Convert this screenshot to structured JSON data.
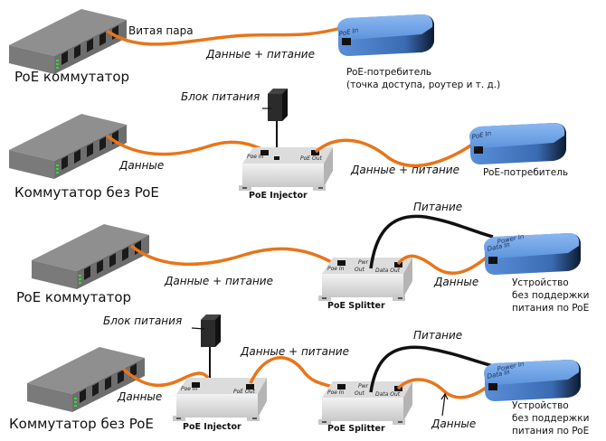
{
  "colors": {
    "data_power_cable": "#e8751a",
    "power_cable": "#111111",
    "poe_device": "#6b9fe3",
    "switch_body": "#8e8e8e",
    "injector_body": "#e2e2e2",
    "led": "#3fcf3f"
  },
  "rows": [
    {
      "switch_label": "PoE коммутатор",
      "cable_label_top": "Витая пара",
      "cable_label": "Данные + питание",
      "device_port": "PoE In",
      "device_label_lines": [
        "PoE-потребитель",
        "(точка доступа, роутер и т. д.)"
      ]
    },
    {
      "switch_label": "Коммутатор без PoE",
      "psu_label": "Блок питания",
      "cable_in_label": "Данные",
      "injector_label": "PoE Injector",
      "injector_port_in": "Poe In",
      "injector_port_out": "PoE Out",
      "cable_out_label": "Данные + питание",
      "device_port": "PoE In",
      "device_label": "PoE-потребитель"
    },
    {
      "switch_label": "PoE коммутатор",
      "cable_label": "Данные + питание",
      "splitter_label": "PoE Splitter",
      "splitter_port_in": "Poe In",
      "splitter_port_pwr": [
        "Pwr",
        "Out"
      ],
      "splitter_port_data": "Data Out",
      "power_label": "Питание",
      "data_label": "Данные",
      "device_port_power": "Power In",
      "device_port_data": "Data In",
      "device_label_lines": [
        "Устройство",
        "без поддержки",
        "питания по PoE"
      ]
    },
    {
      "switch_label": "Коммутатор без PoE",
      "psu_label": "Блок питания",
      "cable_in_label": "Данные",
      "injector_label": "PoE Injector",
      "injector_port_in": "Poe In",
      "injector_port_out": "PoE Out",
      "cable_mid_label": "Данные + питание",
      "splitter_label": "PoE Splitter",
      "splitter_port_in": "Poe In",
      "splitter_port_pwr": [
        "Pwr",
        "Out"
      ],
      "splitter_port_data": "Data Out",
      "power_label": "Питание",
      "data_label": "Данные",
      "device_port_power": "Power In",
      "device_port_data": "Data In",
      "device_label_lines": [
        "Устройство",
        "без поддержки",
        "питания по PoE"
      ]
    }
  ]
}
